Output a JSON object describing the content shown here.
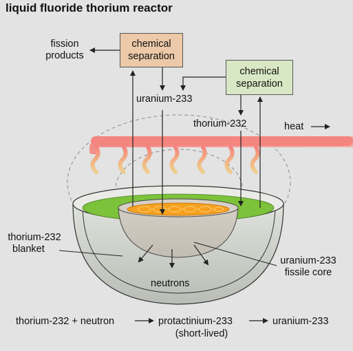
{
  "title": "liquid fluoride thorium reactor",
  "boxes": {
    "sep1": {
      "line1": "chemical",
      "line2": "separation",
      "fill": "#ecc9a8"
    },
    "sep2": {
      "line1": "chemical",
      "line2": "separation",
      "fill": "#d9e8c4"
    }
  },
  "labels": {
    "fission_1": "fission",
    "fission_2": "products",
    "u233_top": "uranium-233",
    "th232_top": "thorium-232",
    "heat": "heat",
    "blanket_1": "thorium-232",
    "blanket_2": "blanket",
    "core_1": "uranium-233",
    "core_2": "fissile core",
    "neutrons": "neutrons"
  },
  "equation": {
    "term1": "thorium-232 + neutron",
    "term2": "protactinium-233",
    "term2_note": "(short-lived)",
    "term3": "uranium-233"
  },
  "colors": {
    "background": "#e3e3e3",
    "blanket_salt": "#7cc23a",
    "core_salt": "#f5a01e",
    "heat_pipe": "#f4847e",
    "vessel": "#c8ccc6"
  }
}
